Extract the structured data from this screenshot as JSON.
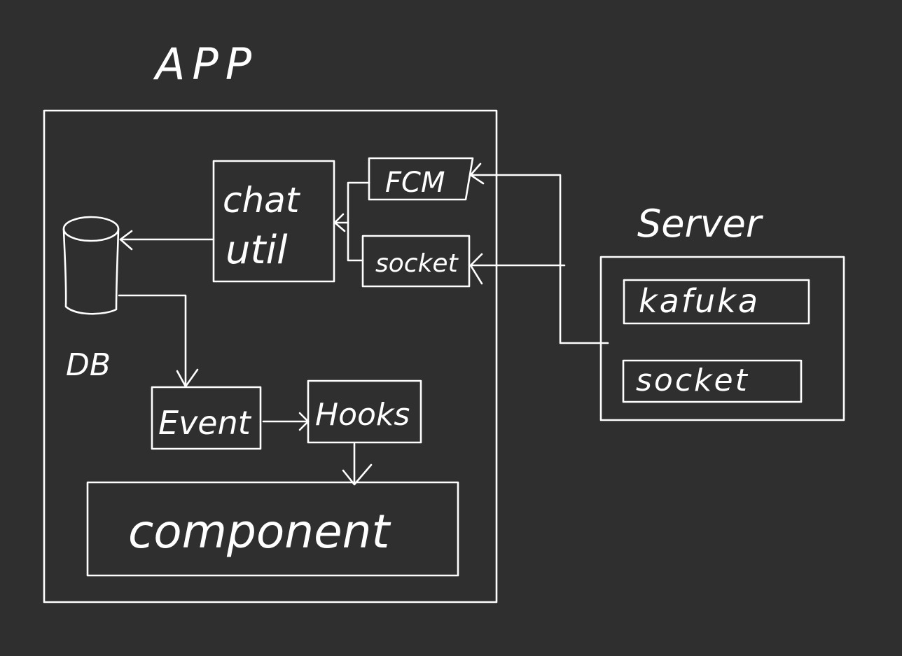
{
  "colors": {
    "background": "#2f2f2f",
    "ink": "#ffffff"
  },
  "app": {
    "title": "APP",
    "db_label": "DB",
    "chat_util": {
      "line1": "chat",
      "line2": "util"
    },
    "fcm_label": "FCM",
    "socket_label": "socket",
    "event_label": "Event",
    "hooks_label": "Hooks",
    "component_label": "component"
  },
  "server": {
    "title": "Server",
    "kafka_label": "kafuka",
    "socket_label": "socket"
  }
}
